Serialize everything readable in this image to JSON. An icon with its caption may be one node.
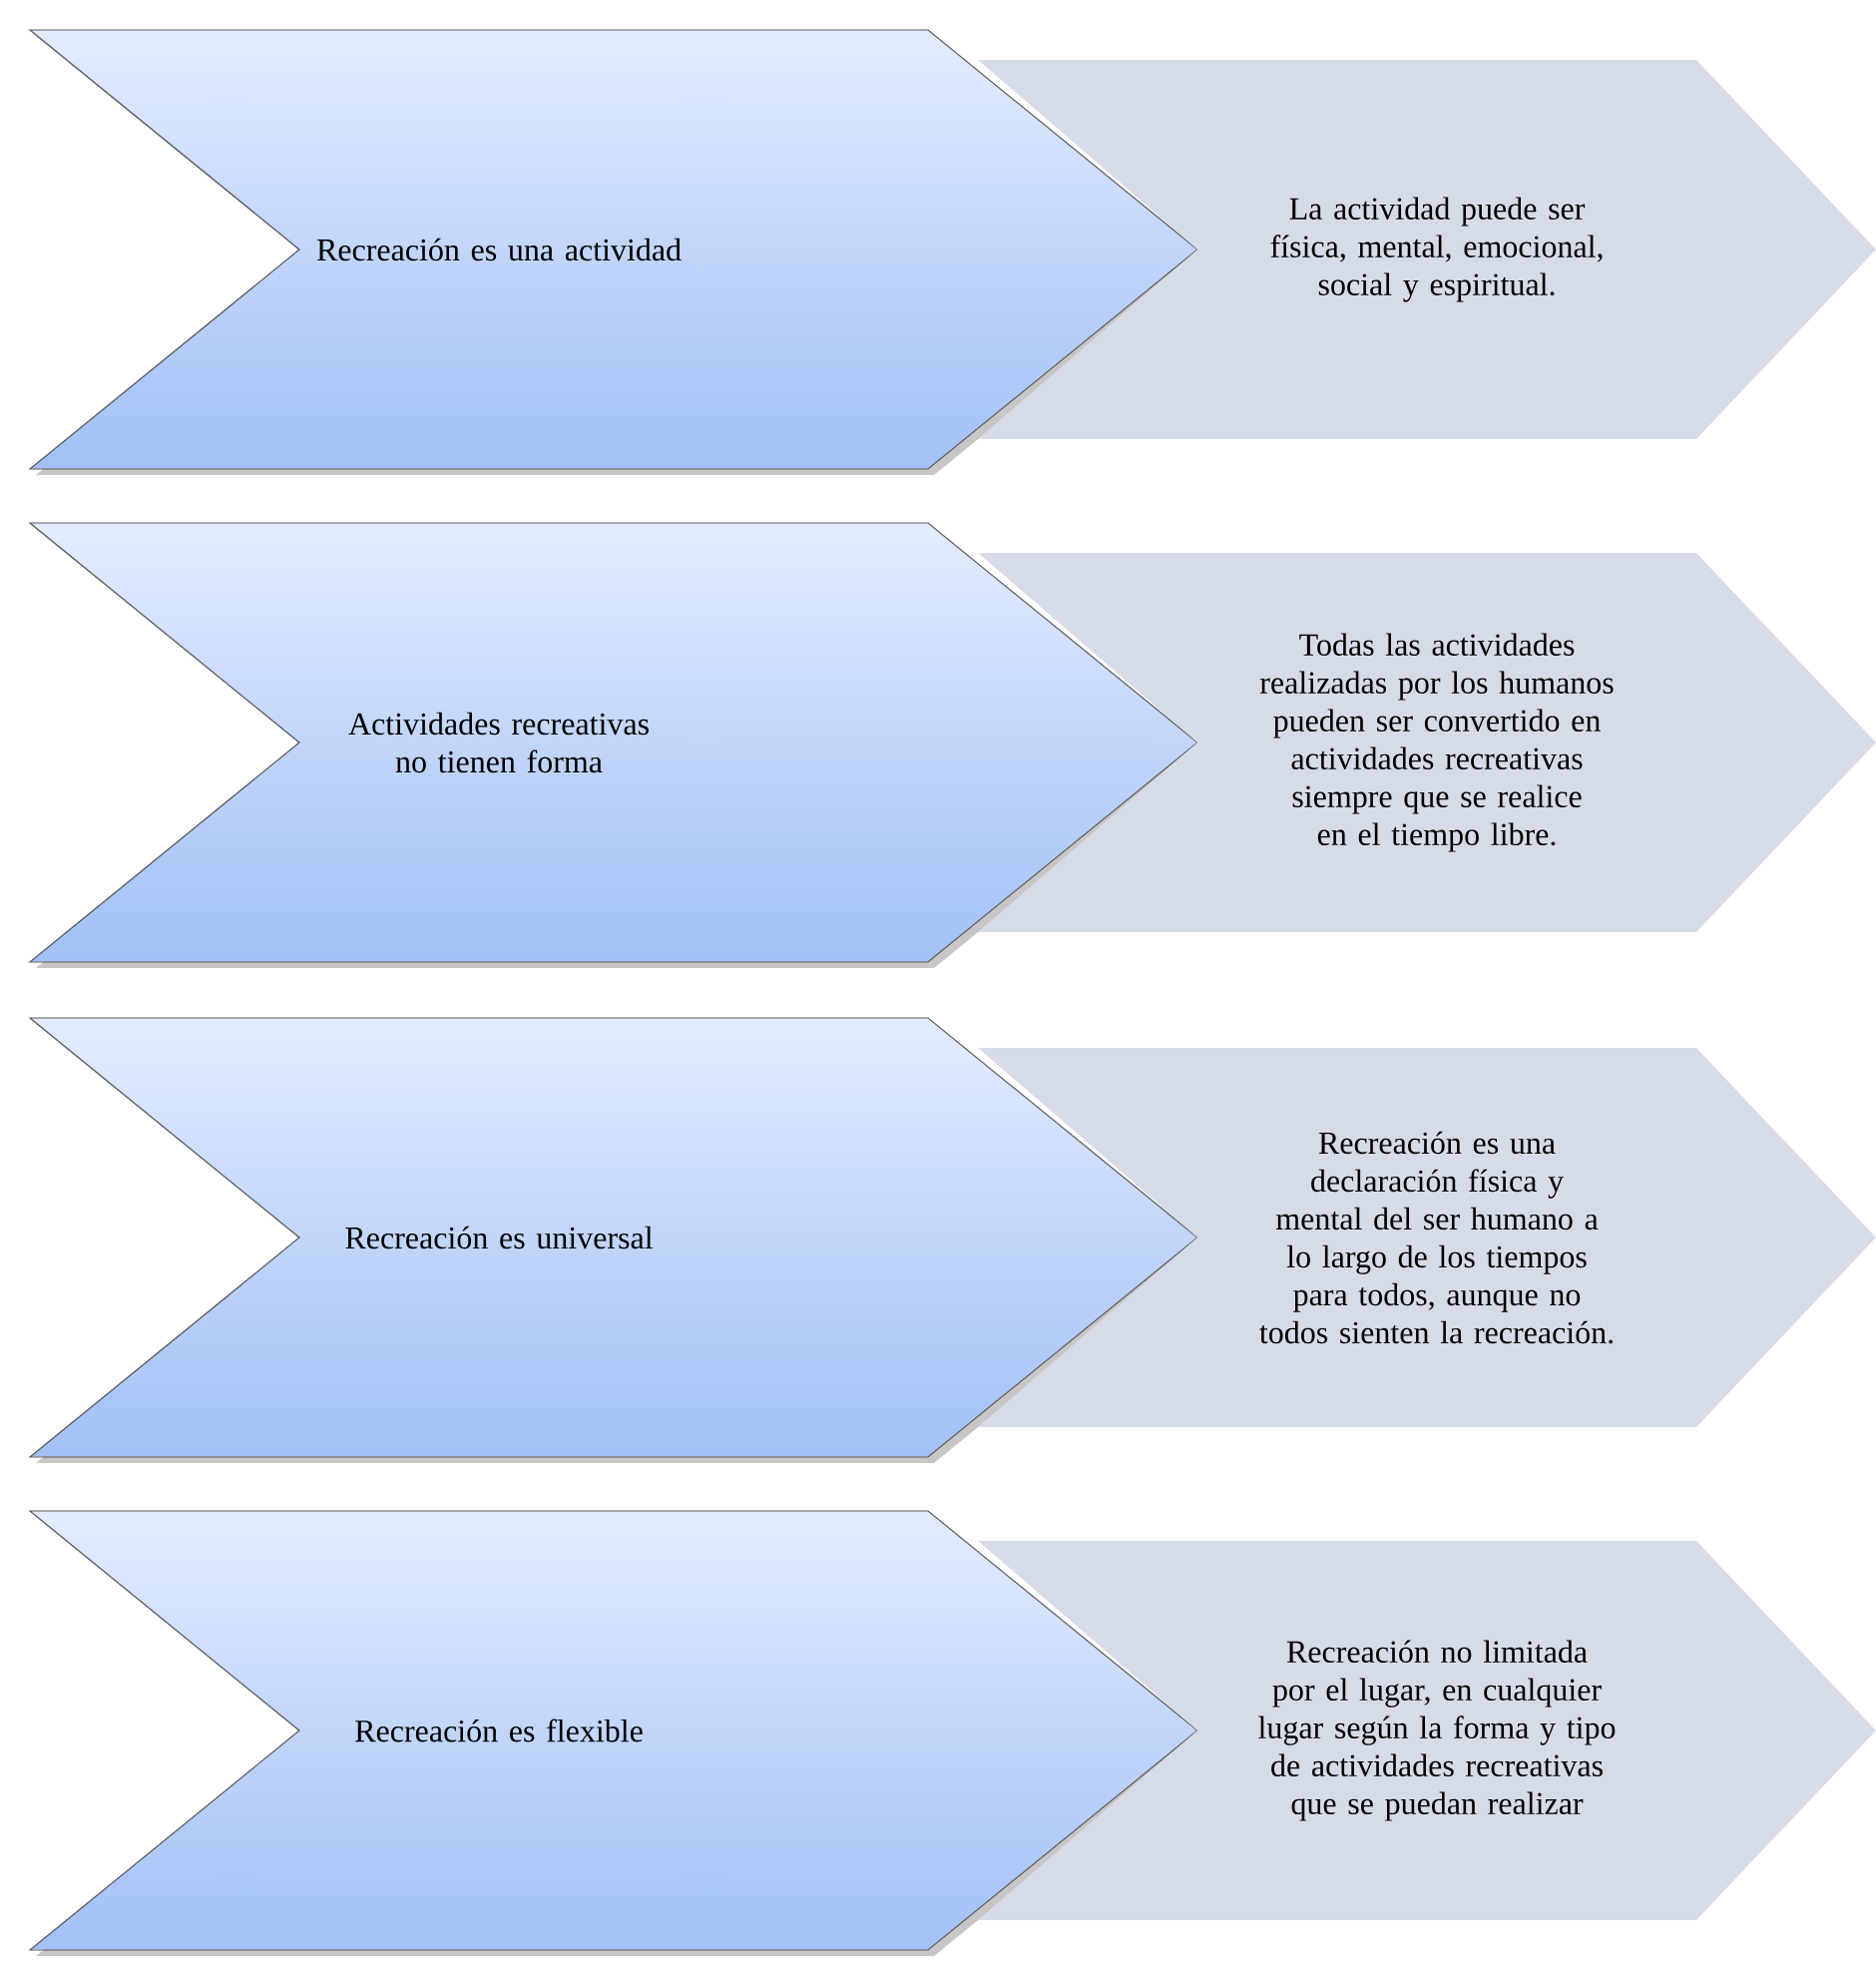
{
  "diagram": {
    "nodes": [
      {
        "text": [
          "Recreación es una actividad"
        ]
      },
      {
        "text": [
          "La actividad puede ser física, mental, emocional, social y espiritual."
        ]
      },
      {
        "text": [
          "Actividades recreativas no tienen forma"
        ]
      },
      {
        "text": [
          "Todas las actividades realizadas por los humanos pueden ser convertido en actividades recreativas siempre que se realice en el tiempo libre."
        ]
      },
      {
        "text": [
          "Recreación es universal"
        ]
      },
      {
        "text": [
          "Recreación es una declaración física y mental del ser humano a lo largo de los tiempos para todos, aunque no todos sienten la recreación."
        ]
      },
      {
        "text": [
          "Recreación es flexible"
        ]
      },
      {
        "text": [
          "Recreación no limitada por el lugar, en cualquier lugar según la forma y tipo de actividades recreativas que se puedan realizar"
        ]
      }
    ]
  }
}
